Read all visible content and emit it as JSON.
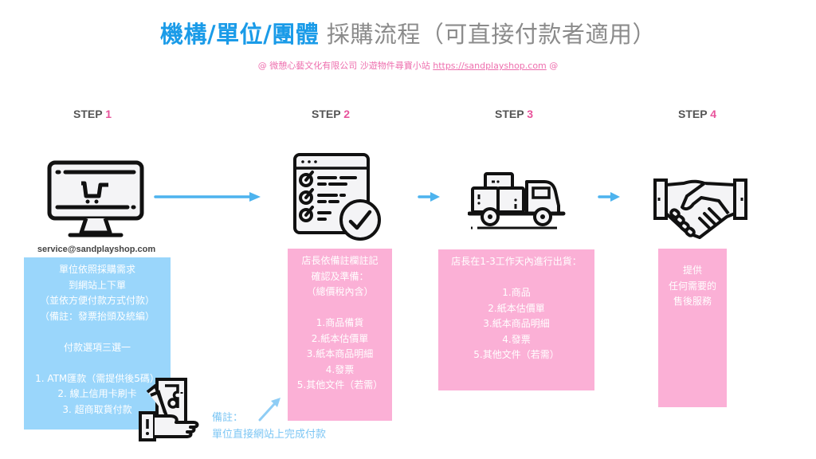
{
  "header": {
    "title_highlight": "機構/單位/團體",
    "title_rest": " 採購流程（可直接付款者適用）",
    "subtitle_prefix": "@ 微憩心藝文化有限公司 沙遊物件尋寶小站 ",
    "subtitle_link": "https://sandplayshop.com",
    "subtitle_suffix": " @"
  },
  "colors": {
    "title_blue": "#1a9be8",
    "title_gray": "#8b8b8b",
    "accent_pink": "#e8539b",
    "box_blue": "#9ad6fb",
    "box_pink": "#fbb0d6",
    "arrow_blue": "#4db3ee"
  },
  "steps": [
    {
      "label": "STEP",
      "number": "1",
      "icon": "computer-shopping-cart-icon",
      "email": "service@sandplayshop.com",
      "lines": [
        "單位依照採購需求",
        "到網站上下單",
        "（並依方便付款方式付款）",
        "（備註：發票抬頭及統編）",
        "",
        "付款選項三選一",
        "",
        "1. ATM匯款（需提供後5碼）",
        "2. 線上信用卡刷卡",
        "3. 超商取貨付款"
      ]
    },
    {
      "label": "STEP",
      "number": "2",
      "icon": "checklist-approved-icon",
      "lines": [
        "店長依備註欄註記",
        "確認及準備：",
        "（總價稅內含）",
        "",
        "1.商品備貨",
        "2.紙本估價單",
        "3.紙本商品明細",
        "4.發票",
        "5.其他文件（若需）"
      ]
    },
    {
      "label": "STEP",
      "number": "3",
      "icon": "delivery-truck-icon",
      "lines": [
        "店長在1-3工作天內進行出貨：",
        "",
        "1.商品",
        "2.紙本估價單",
        "3.紙本商品明細",
        "4.發票",
        "5.其他文件（若需）"
      ]
    },
    {
      "label": "STEP",
      "number": "4",
      "icon": "handshake-icon",
      "lines": [
        "提供",
        "任何需要的",
        "售後服務"
      ]
    }
  ],
  "note": {
    "icon": "cash-payment-hand-icon",
    "label": "備註：",
    "text": "單位直接網站上完成付款"
  }
}
